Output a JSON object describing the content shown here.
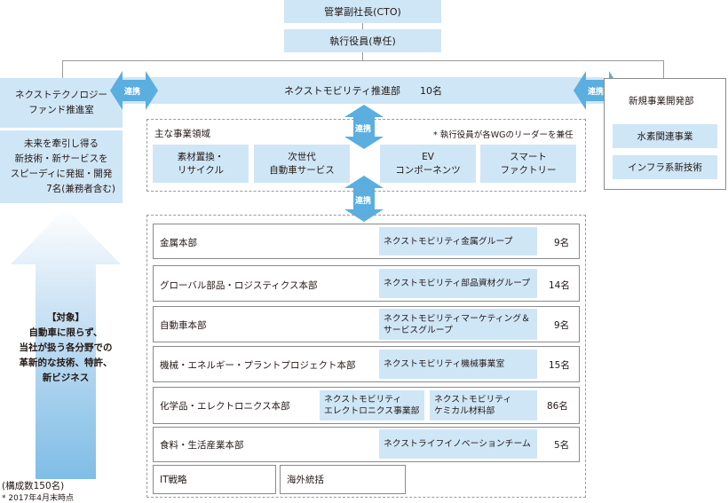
{
  "top": {
    "cto": "管掌副社長(CTO)",
    "exec": "執行役員(専任)"
  },
  "arrow_label": "連携",
  "main_bar": {
    "title": "ネクストモビリティ推進部",
    "count": "10名"
  },
  "fund": {
    "title_line1": "ネクストテクノロジー",
    "title_line2": "ファンド推進室",
    "desc_line1": "未来を牽引し得る",
    "desc_line2": "新技術・新サービスを",
    "desc_line3": "スピーディに発掘・開発",
    "desc_line4": "7名(兼務者含む)"
  },
  "target": {
    "line1": "【対象】",
    "line2": "自動車に限らず、",
    "line3": "当社が扱う各分野での",
    "line4": "革新的な技術、特許、",
    "line5": "新ビジネス"
  },
  "business": {
    "heading": "主な事業領域",
    "note": "* 執行役員が各WGのリーダーを兼任",
    "areas": [
      {
        "line1": "素材置換・",
        "line2": "リサイクル"
      },
      {
        "line1": "次世代",
        "line2": "自動車サービス"
      },
      {
        "line1": "EV",
        "line2": "コンポーネンツ"
      },
      {
        "line1": "スマート",
        "line2": "ファクトリー"
      }
    ]
  },
  "new_biz": {
    "title": "新規事業開発部",
    "items": [
      "水素関連事業",
      "インフラ系新技術"
    ]
  },
  "departments": [
    {
      "name": "金属本部",
      "group1": "ネクストモビリティ金属グループ",
      "count": "9名"
    },
    {
      "name": "グローバル部品・ロジスティクス本部",
      "group1": "ネクストモビリティ部品資材グループ",
      "count": "14名"
    },
    {
      "name": "自動車本部",
      "group1_line1": "ネクストモビリティマーケティング＆",
      "group1_line2": "サービスグループ",
      "count": "9名"
    },
    {
      "name": "機械・エネルギー・プラントプロジェクト本部",
      "group1": "ネクストモビリティ機械事業室",
      "count": "15名"
    },
    {
      "name": "化学品・エレクトロニクス本部",
      "group1_line1": "ネクストモビリティ",
      "group1_line2": "エレクトロニクス事業部",
      "group2_line1": "ネクストモビリティ",
      "group2_line2": "ケミカル材料部",
      "count": "86名"
    },
    {
      "name": "食料・生活産業本部",
      "group1": "ネクストライフイノベーションチーム",
      "count": "5名"
    }
  ],
  "bottom_boxes": [
    "IT戦略",
    "海外統括"
  ],
  "footer": {
    "members": "(構成数150名)",
    "date": "* 2017年4月末時点"
  },
  "colors": {
    "light_blue": "#cfe6f6",
    "arrow_blue": "#5aaee0",
    "gradient_blue": "#7fbde6"
  }
}
